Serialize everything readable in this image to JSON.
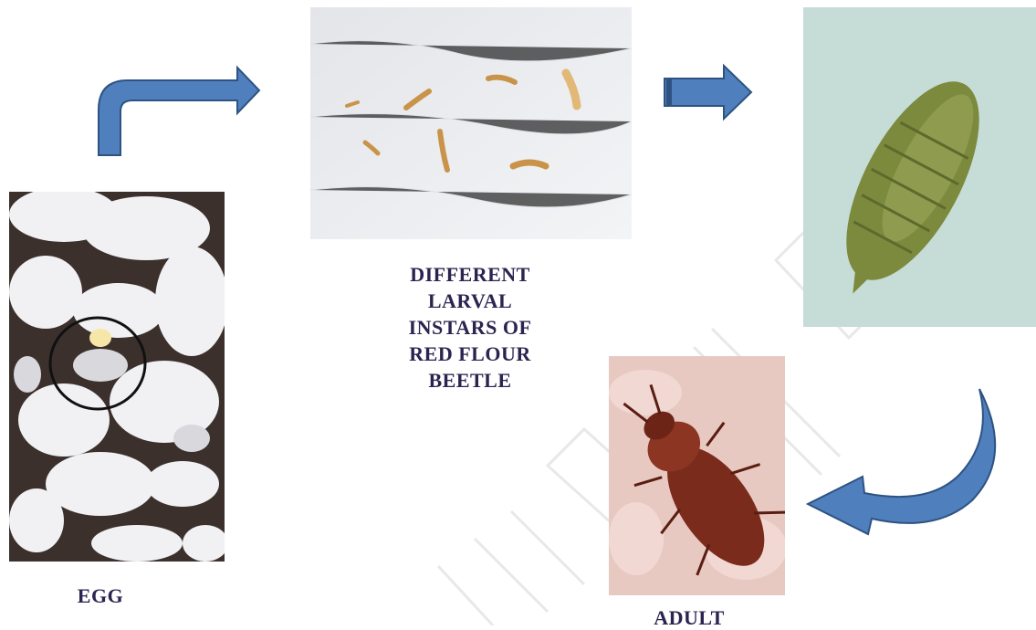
{
  "stages": {
    "egg": {
      "label": "EGG",
      "image_alt": "Egg in flour"
    },
    "larva": {
      "label_lines": [
        "DIFFERENT",
        "LARVAL",
        "INSTARS OF",
        "RED FLOUR",
        "BEETLE"
      ],
      "image_alt": "Larval instars on white paper"
    },
    "pupa": {
      "image_alt": "Pupa"
    },
    "adult": {
      "label": "ADULT",
      "image_alt": "Adult beetle"
    }
  },
  "colors": {
    "arrow_fill": "#4f7fbd",
    "arrow_stroke": "#2e5382",
    "label_text": "#2b2450"
  },
  "icons": [
    "bent-arrow-icon",
    "right-arrow-icon",
    "curved-arrow-icon",
    "egg-circle-marker"
  ]
}
